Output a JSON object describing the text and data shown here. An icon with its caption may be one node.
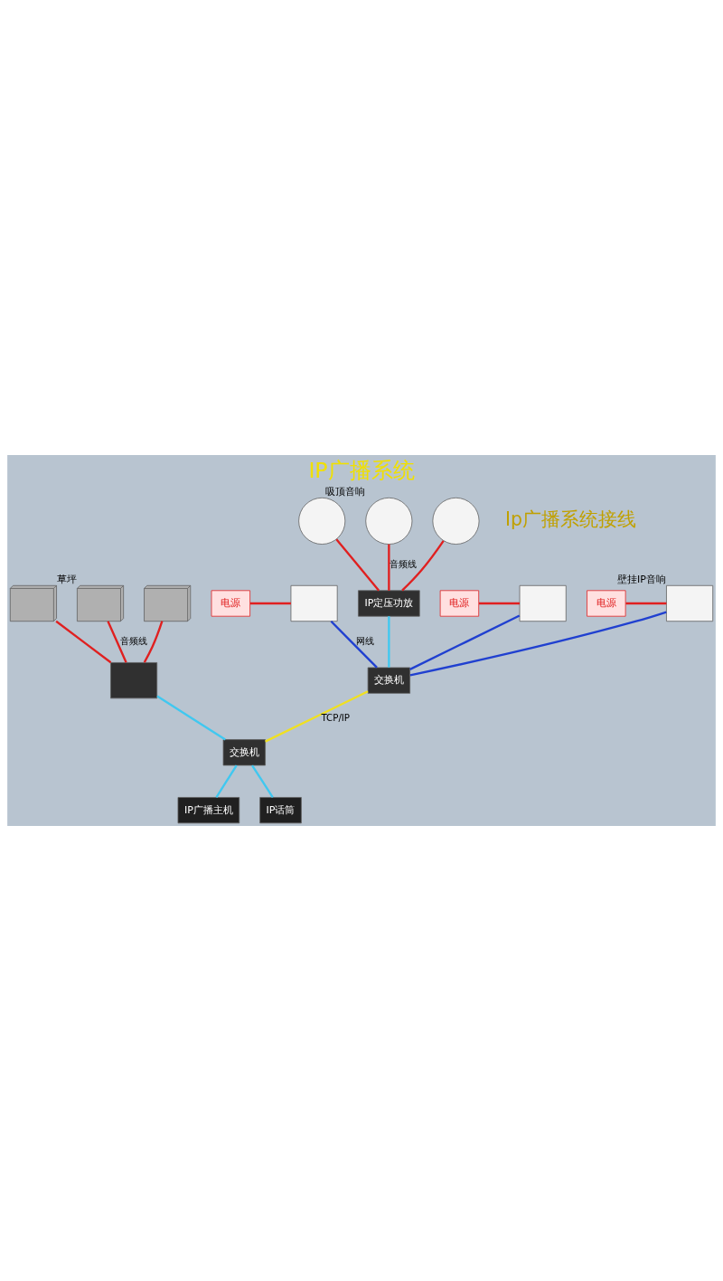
{
  "diagram": {
    "title": "IP广播系统",
    "nodes": [
      {
        "text": [],
        "shape": "circle"
      },
      {
        "text": [],
        "shape": "circle",
        "beside": [
          "吸顶音响"
        ]
      },
      {
        "text": [],
        "shape": "circle"
      },
      {
        "text": [
          "IP定压功放"
        ]
      },
      {
        "text": [
          "电源"
        ]
      },
      {
        "text": [
          "电源"
        ]
      },
      {
        "text": [
          "电源"
        ]
      },
      {
        "text": [],
        "shape": "box"
      },
      {
        "text": [],
        "shape": "box",
        "beside": [
          "壁挂IP音响"
        ]
      },
      {
        "text": [],
        "shape": "box"
      },
      {
        "text": [
          "交换机"
        ]
      },
      {
        "text": [],
        "shape": "picture"
      },
      {
        "text": [],
        "shape": "picture",
        "beside": [
          "草坪"
        ]
      },
      {
        "text": [],
        "shape": "picture"
      },
      {
        "text": [],
        "shape": "box"
      },
      {
        "text": [
          "交换机"
        ]
      },
      {
        "text": [
          "IP广播主机"
        ]
      },
      {
        "text": [
          "IP话筒"
        ]
      }
    ],
    "edges": [
      {
        "from": 0,
        "to": 3,
        "arrow": "none",
        "color": "#e02020"
      },
      {
        "from": 1,
        "to": 3,
        "arrow": "none",
        "color": "#e02020",
        "label": "音频线"
      },
      {
        "from": 2,
        "to": 3,
        "arrow": "none",
        "color": "#e02020"
      },
      {
        "from": 4,
        "to": 7,
        "arrow": "none",
        "color": "#e02020"
      },
      {
        "from": 5,
        "to": 8,
        "arrow": "none",
        "color": "#e02020"
      },
      {
        "from": 6,
        "to": 9,
        "arrow": "none",
        "color": "#e02020"
      },
      {
        "from": 3,
        "to": 10,
        "arrow": "none",
        "color": "#40c8f0"
      },
      {
        "from": 7,
        "to": 10,
        "arrow": "none",
        "color": "#2040d0"
      },
      {
        "from": 8,
        "to": 10,
        "arrow": "none",
        "color": "#2040d0"
      },
      {
        "from": 9,
        "to": 10,
        "arrow": "none",
        "color": "#2040d0",
        "label": "网线"
      },
      {
        "from": 10,
        "to": 15,
        "arrow": "none",
        "color": "#f0e020",
        "label": "TCP/IP"
      },
      {
        "from": 11,
        "to": 14,
        "arrow": "none",
        "color": "#e02020"
      },
      {
        "from": 12,
        "to": 14,
        "arrow": "none",
        "color": "#e02020",
        "label": "音频线"
      },
      {
        "from": 13,
        "to": 14,
        "arrow": "none",
        "color": "#e02020"
      },
      {
        "from": 14,
        "to": 15,
        "arrow": "none",
        "color": "#40c8f0"
      },
      {
        "from": 15,
        "to": 16,
        "arrow": "none",
        "color": "#40c8f0"
      },
      {
        "from": 15,
        "to": 17,
        "arrow": "none",
        "color": "#40c8f0"
      }
    ],
    "labels": [
      "Ip广播系统接线"
    ]
  }
}
